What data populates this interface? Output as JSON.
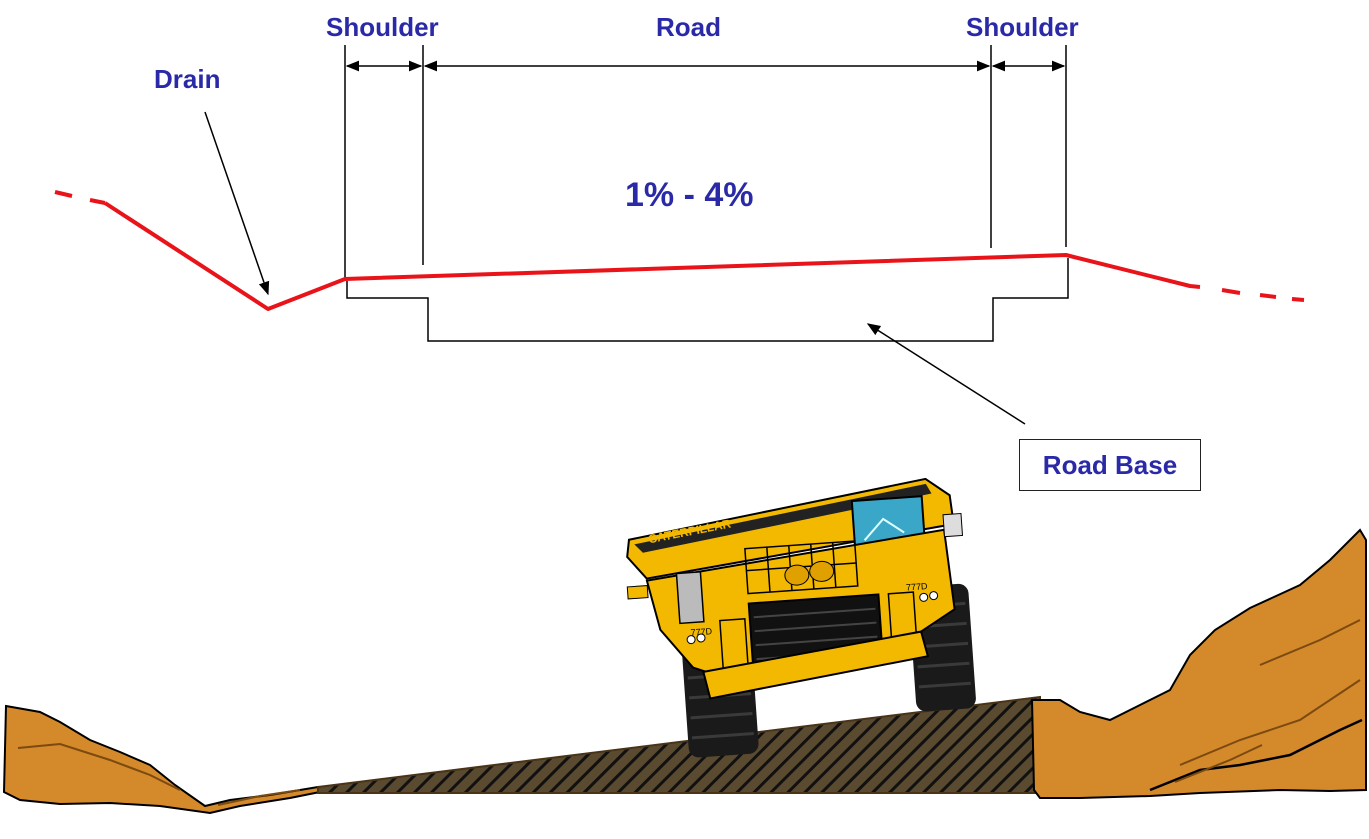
{
  "labels": {
    "shoulder_left": "Shoulder",
    "road": "Road",
    "shoulder_right": "Shoulder",
    "drain": "Drain",
    "grade": "1% - 4%",
    "road_base": "Road Base"
  },
  "truck": {
    "brand": "CATERPILLAR",
    "model_left": "777D",
    "model_right": "777D"
  },
  "colors": {
    "label_blue": "#2a2aa8",
    "road_line_red": "#e8141a",
    "earth_orange": "#d4892a",
    "truck_yellow": "#f2b900"
  }
}
